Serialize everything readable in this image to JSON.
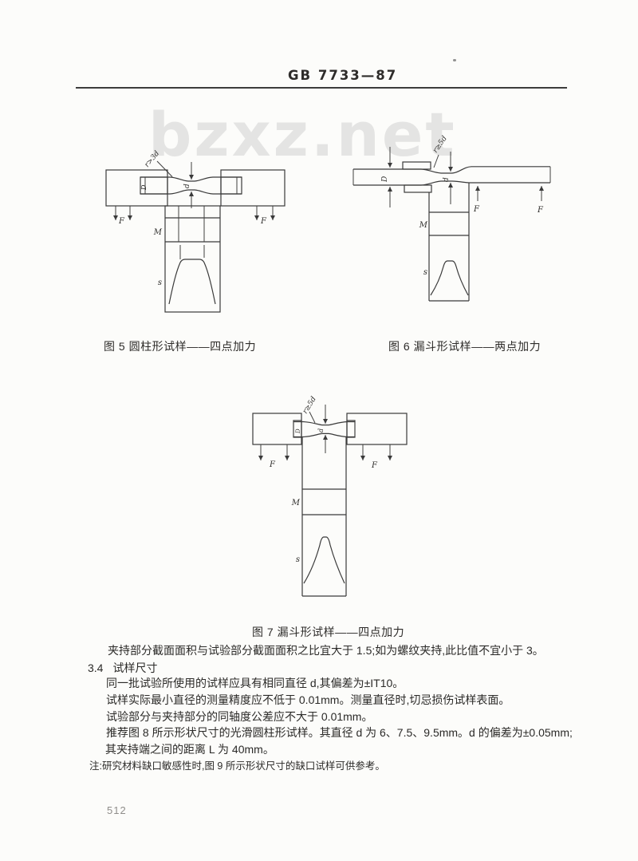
{
  "header": {
    "standard_code": "GB 7733—87"
  },
  "watermark": {
    "text": "bzxz.net"
  },
  "figures": {
    "fig5": {
      "caption": "图 5 圆柱形试样——四点加力",
      "radius_label": "r>3d",
      "dia_grip": "D",
      "dia_test": "d",
      "force": "F",
      "mass_label": "M",
      "horn_label": "s"
    },
    "fig6": {
      "caption": "图 6 漏斗形试样——两点加力",
      "radius_label": "r≥5d",
      "dia_grip": "D",
      "dia_test": "d",
      "force": "F",
      "mass_label": "M",
      "horn_label": "s"
    },
    "fig7": {
      "caption": "图 7 漏斗形试样——四点加力",
      "radius_label": "r≥5d",
      "dia_grip": "D",
      "dia_test": "d",
      "force": "F",
      "mass_label": "M",
      "horn_label": "s"
    }
  },
  "body": {
    "clamp_ratio_line": "夹持部分截面面积与试验部分截面面积之比宜大于 1.5;如为螺纹夹持,此比值不宜小于 3。",
    "section_no": "3.4",
    "section_title": "试样尺寸",
    "line_diameter": "同一批试验所使用的试样应具有相同直径 d,其偏差为±IT10。",
    "line_accuracy": "试样实际最小直径的测量精度应不低于 0.01mm。测量直径时,切忌损伤试样表面。",
    "line_coaxial": "试验部分与夹持部分的同轴度公差应不大于 0.01mm。",
    "line_recommend": "推荐图 8 所示形状尺寸的光滑圆柱形试样。其直径 d 为 6、7.5、9.5mm。d 的偏差为±0.05mm;",
    "line_distance": "其夹持端之间的距离 L 为 40mm。",
    "note": "注:研究材料缺口敏感性时,图 9 所示形状尺寸的缺口试样可供参考。"
  },
  "footer": {
    "page_number": "512"
  }
}
